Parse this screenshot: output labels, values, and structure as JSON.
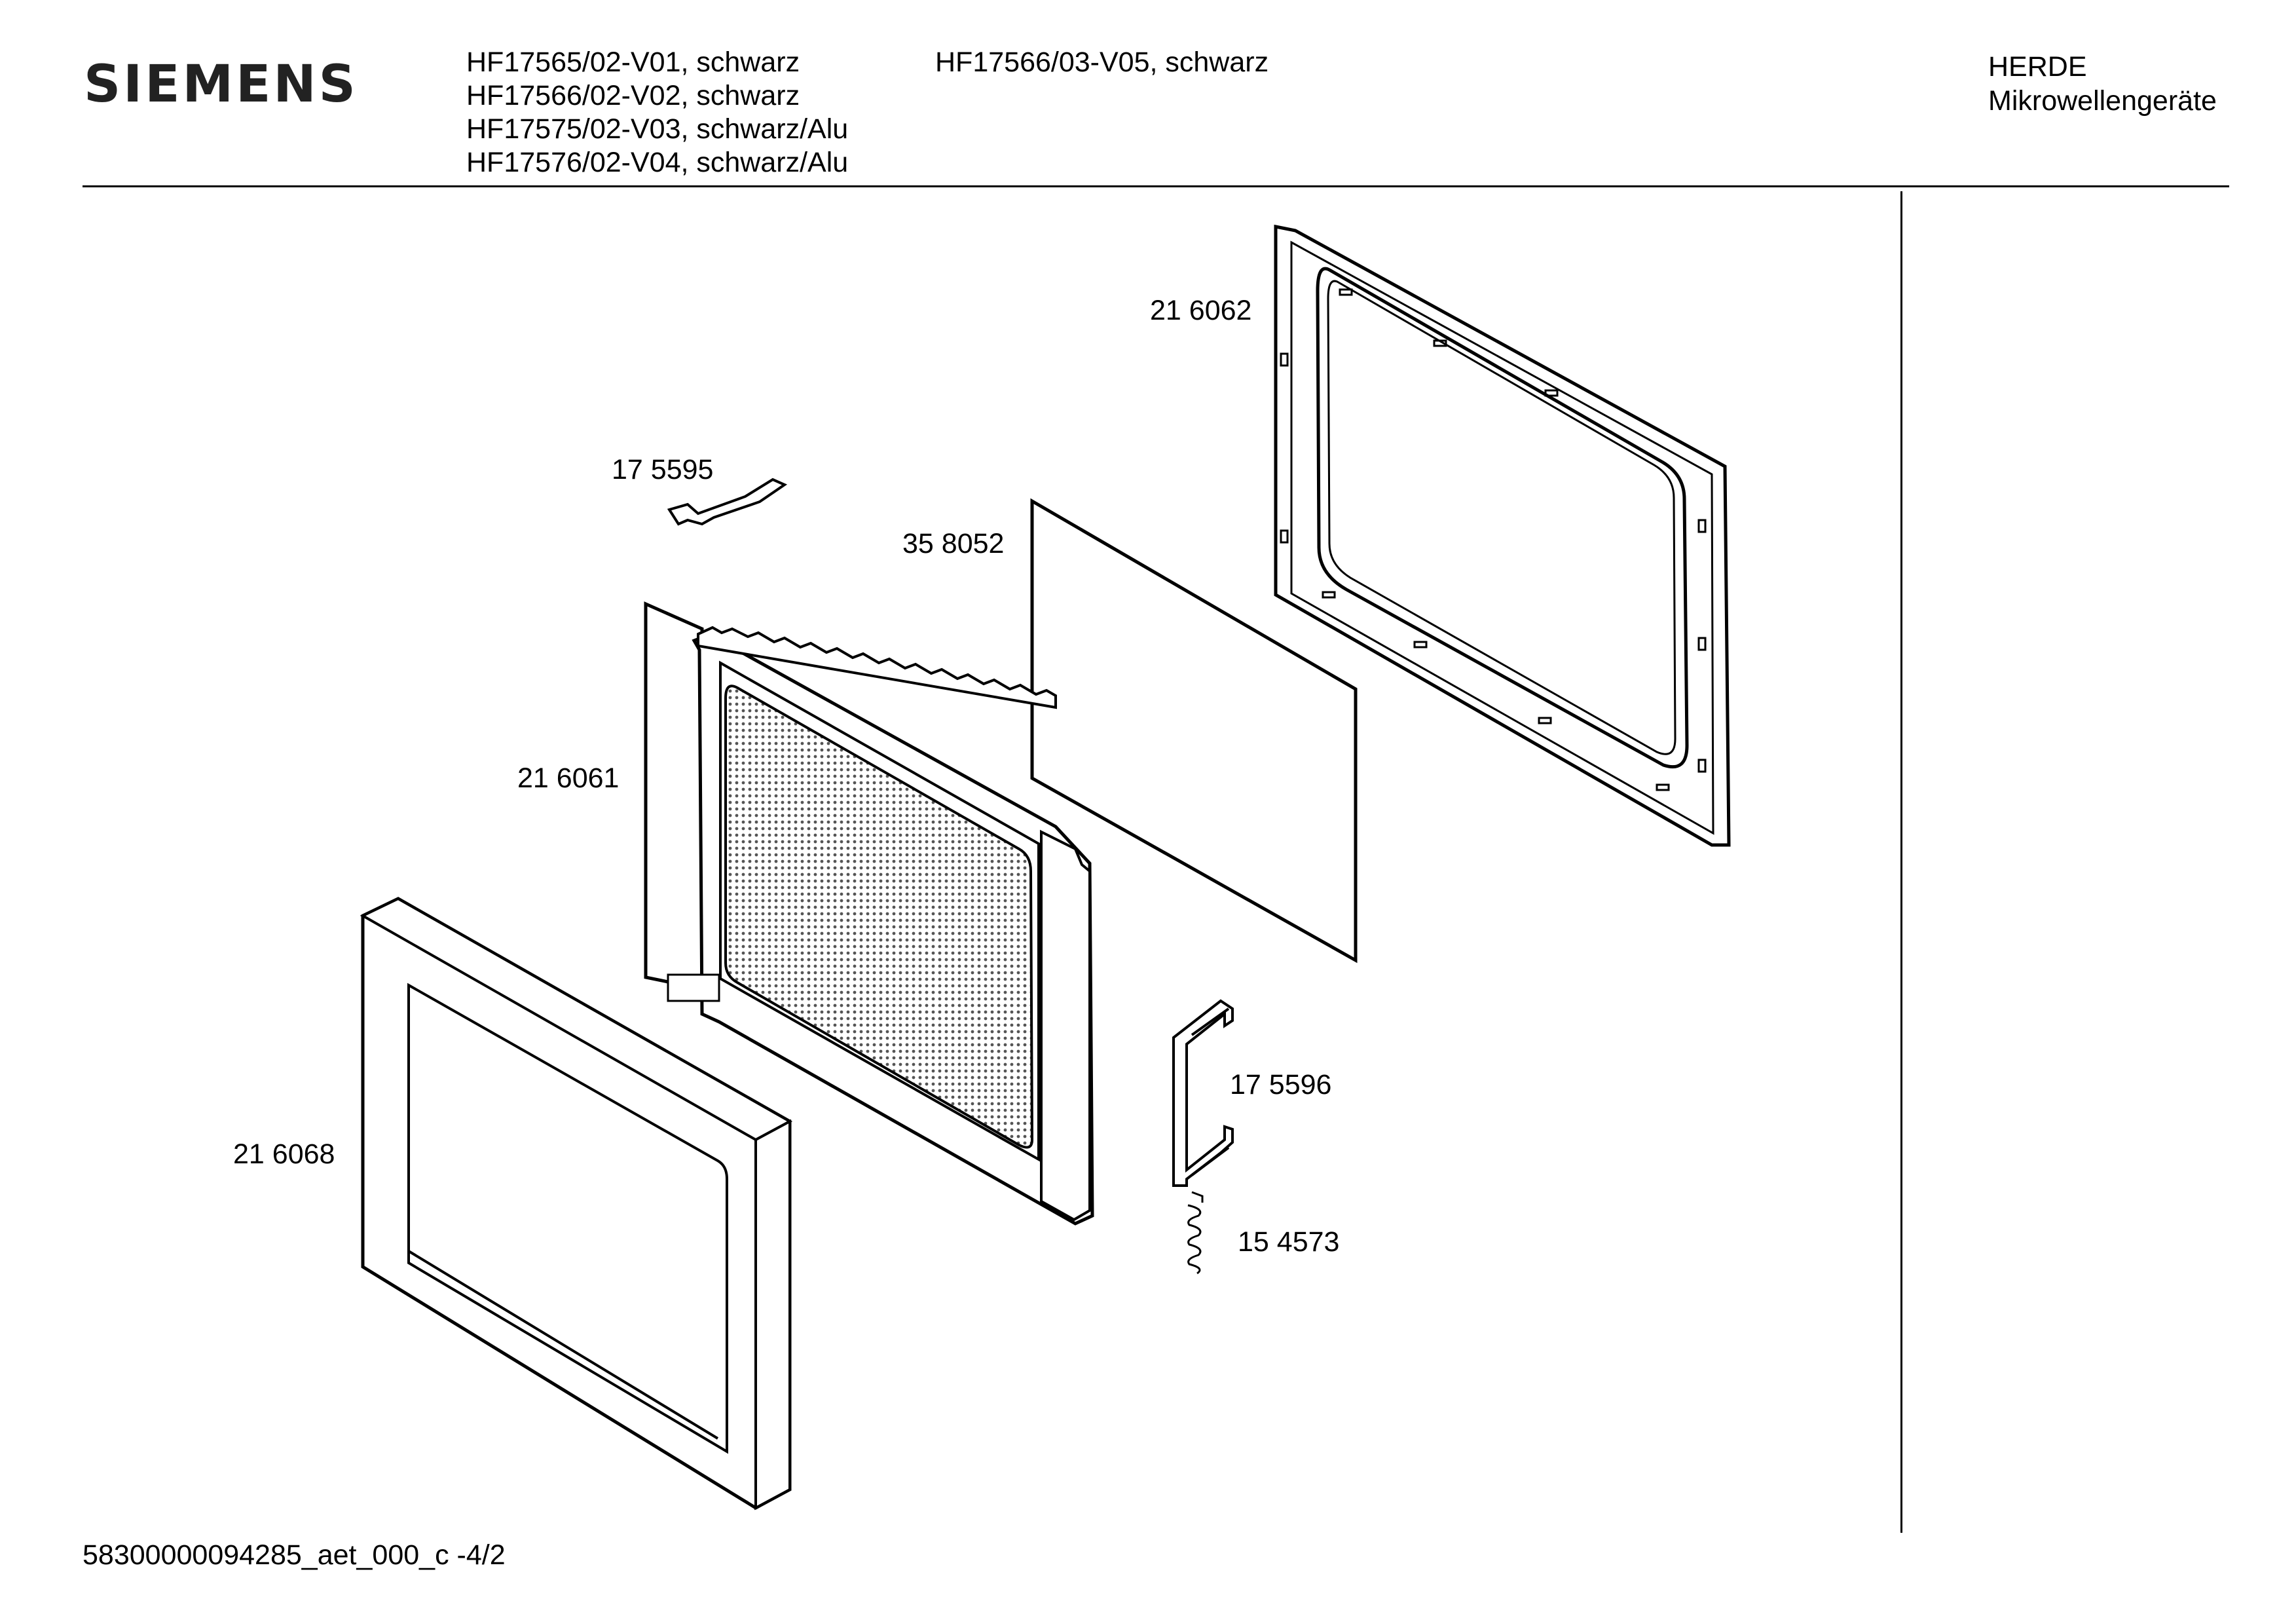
{
  "header": {
    "brand": "SIEMENS",
    "models_col1": [
      "HF17565/02-V01, schwarz",
      "HF17566/02-V02, schwarz",
      "HF17575/02-V03, schwarz/Alu",
      "HF17576/02-V04, schwarz/Alu"
    ],
    "models_col2": [
      "HF17566/03-V05, schwarz"
    ],
    "category": "HERDE",
    "subcategory": "Mikrowellengeräte"
  },
  "parts": {
    "outer_frame": "21 6062",
    "clip_top": "17 5595",
    "glass_pane": "35 8052",
    "inner_door": "21 6061",
    "front_frame": "21 6068",
    "hinge_bracket": "17 5596",
    "spring": "15 4573"
  },
  "footer": {
    "doc_id": "58300000094285_aet_000_c -4/2"
  }
}
